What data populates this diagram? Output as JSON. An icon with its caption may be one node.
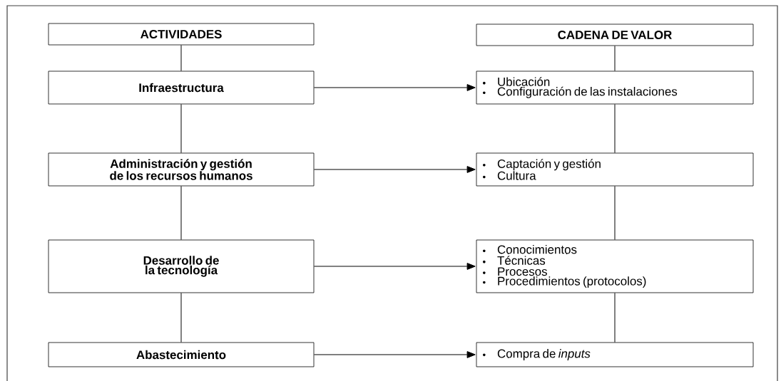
{
  "diagram": {
    "nodes": [
      {
        "text": [
          "ACTIVIDADES"
        ]
      },
      {
        "text": [
          "CADENA DE VALOR"
        ]
      },
      {
        "text": [
          "Infraestructura"
        ]
      },
      {
        "text": [
          "Ubicación",
          "Configuración de las instalaciones"
        ]
      },
      {
        "text": [
          "Administración y gestión de los recursos humanos"
        ]
      },
      {
        "text": [
          "Captación y gestión",
          "Cultura"
        ]
      },
      {
        "text": [
          "Desarrollo de la tecnología"
        ]
      },
      {
        "text": [
          "Conocimientos",
          "Técnicas",
          "Procesos",
          "Procedimientos (protocolos)"
        ]
      },
      {
        "text": [
          "Abastecimiento"
        ]
      },
      {
        "text": [
          "Compra de *inputs*"
        ]
      }
    ],
    "edges": [
      {
        "from": 0,
        "to": 2,
        "arrow": "none"
      },
      {
        "from": 2,
        "to": 4,
        "arrow": "none"
      },
      {
        "from": 4,
        "to": 6,
        "arrow": "none"
      },
      {
        "from": 6,
        "to": 8,
        "arrow": "none"
      },
      {
        "from": 1,
        "to": 3,
        "arrow": "none"
      },
      {
        "from": 3,
        "to": 5,
        "arrow": "none"
      },
      {
        "from": 5,
        "to": 7,
        "arrow": "none"
      },
      {
        "from": 7,
        "to": 9,
        "arrow": "none"
      },
      {
        "from": 2,
        "to": 3,
        "arrow": "to"
      },
      {
        "from": 4,
        "to": 5,
        "arrow": "to"
      },
      {
        "from": 6,
        "to": 7,
        "arrow": "to"
      },
      {
        "from": 8,
        "to": 9,
        "arrow": "to"
      }
    ]
  }
}
